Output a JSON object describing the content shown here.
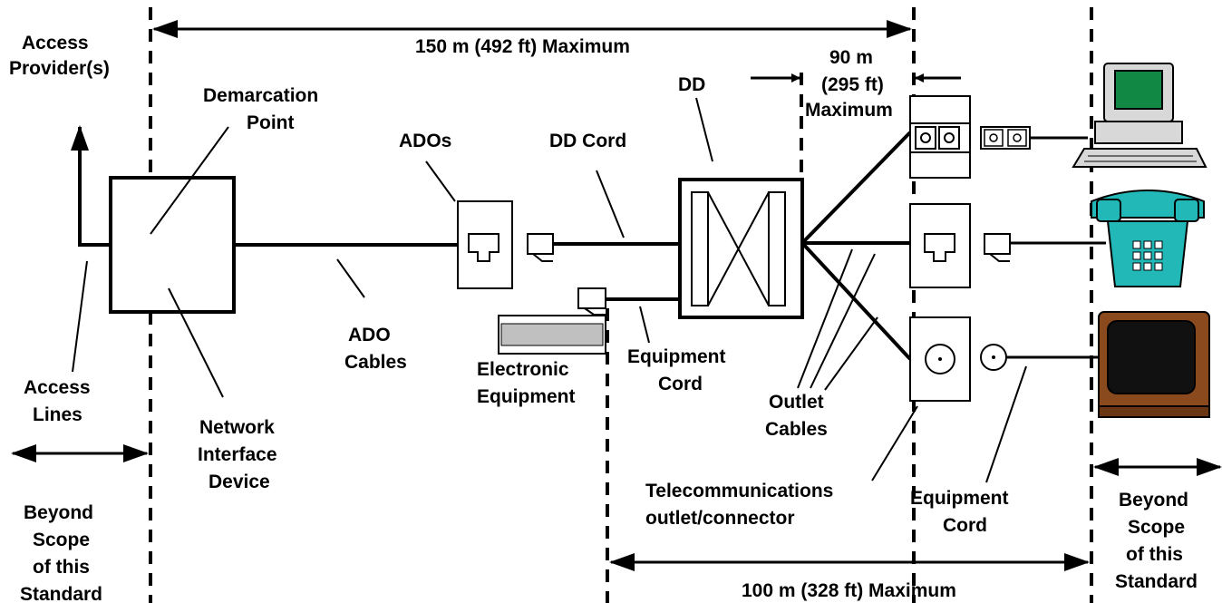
{
  "labels": {
    "access_provider_1": "Access",
    "access_provider_2": "Provider(s)",
    "dim_150": "150 m (492 ft) Maximum",
    "dim_90_1": "90 m",
    "dim_90_2": "(295 ft)",
    "dim_90_3": "Maximum",
    "demarc_1": "Demarcation",
    "demarc_2": "Point",
    "ados": "ADOs",
    "dd_cord": "DD Cord",
    "dd": "DD",
    "ado_cables_1": "ADO",
    "ado_cables_2": "Cables",
    "electronic_1": "Electronic",
    "electronic_2": "Equipment",
    "equip_cord_1_a": "Equipment",
    "equip_cord_1_b": "Cord",
    "access_lines_1": "Access",
    "access_lines_2": "Lines",
    "nid_1": "Network",
    "nid_2": "Interface",
    "nid_3": "Device",
    "outlet_cables_1": "Outlet",
    "outlet_cables_2": "Cables",
    "telecom_1": "Telecommunications",
    "telecom_2": "outlet/connector",
    "equip_cord_2_a": "Equipment",
    "equip_cord_2_b": "Cord",
    "beyond_left": [
      "Beyond",
      "Scope",
      "of this",
      "Standard"
    ],
    "beyond_right": [
      "Beyond",
      "Scope",
      "of this",
      "Standard"
    ],
    "dim_100": "100 m (328 ft) Maximum"
  },
  "icons": [
    "computer-icon",
    "telephone-icon",
    "television-icon",
    "electronic-equipment-icon"
  ],
  "colors": {
    "monitor_screen": "#118844",
    "phone_body": "#22b8b8",
    "tv_cabinet": "#8a4a1e",
    "equipment_panel": "#c0c0c0"
  }
}
